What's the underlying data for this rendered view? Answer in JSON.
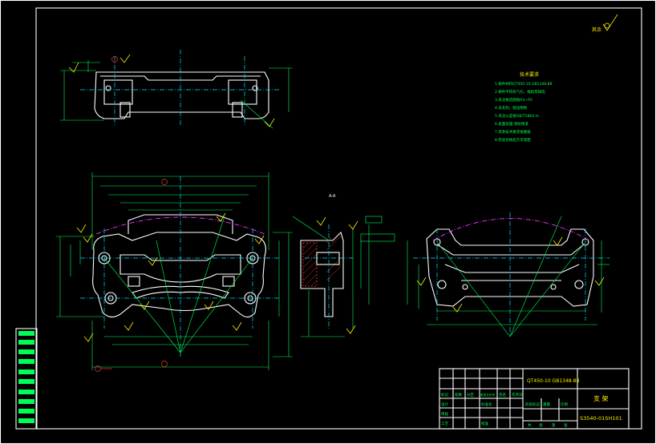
{
  "drawing": {
    "roughness_label": "其余",
    "section_label": "A-A",
    "tech_requirements": {
      "title": "技术要求",
      "lines": [
        "1.铸件材料QT450-10 GB1348-88",
        "2.铸件不得有气孔、缩松等缺陷",
        "3.未注铸造圆角R3~R5",
        "4.去毛刺、锐边倒钝",
        "5.未注公差按GB/T1804-m",
        "6.表面处理:涂防锈漆",
        "7.其余技术要求按图纸",
        "8.检验合格后方可装配"
      ]
    },
    "title_block": {
      "material": "QT450-10 GB1348-88",
      "part_name": "支 架",
      "drawing_no": "S3540-01SH101",
      "header_cells": [
        "标记",
        "处数",
        "分区",
        "更改文件号",
        "签名",
        "年月日"
      ],
      "row_labels": [
        "设计",
        "审核",
        "工艺"
      ],
      "mid_labels": [
        "标准化",
        "批准"
      ],
      "right_labels": [
        "阶段标记",
        "重量",
        "比例"
      ],
      "bottom_labels": [
        "共",
        "张",
        "第",
        "张"
      ]
    }
  },
  "colors": {
    "outline": "#ffffff",
    "centerline": "#00e5ff",
    "dimension": "#00ff55",
    "datum": "#ff3030",
    "annotation": "#ffee00",
    "arc": "#ff33ff"
  }
}
